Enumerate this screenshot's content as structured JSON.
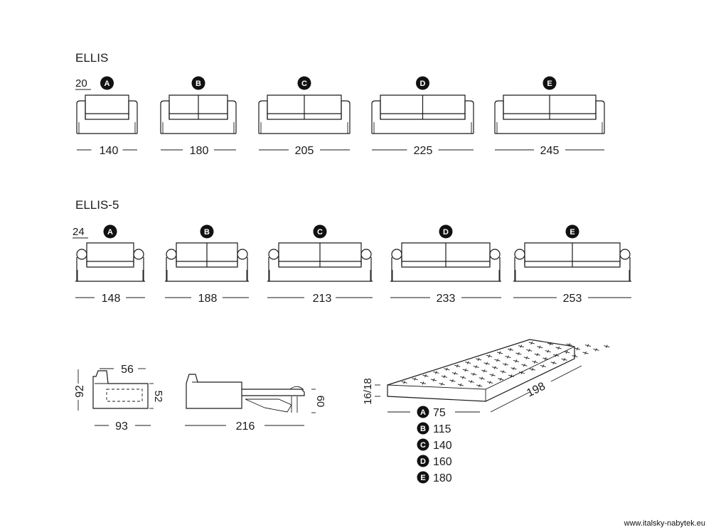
{
  "sections": [
    {
      "title": "ELLIS",
      "height": "20",
      "style": "ellis",
      "items": [
        {
          "letter": "A",
          "width": "140",
          "cushions": 1
        },
        {
          "letter": "B",
          "width": "180",
          "cushions": 2
        },
        {
          "letter": "C",
          "width": "205",
          "cushions": 2
        },
        {
          "letter": "D",
          "width": "225",
          "cushions": 2
        },
        {
          "letter": "E",
          "width": "245",
          "cushions": 2
        }
      ]
    },
    {
      "title": "ELLIS-5",
      "height": "24",
      "style": "ellis5",
      "items": [
        {
          "letter": "A",
          "width": "148",
          "cushions": 1
        },
        {
          "letter": "B",
          "width": "188",
          "cushions": 2
        },
        {
          "letter": "C",
          "width": "213",
          "cushions": 2
        },
        {
          "letter": "D",
          "width": "233",
          "cushions": 2
        },
        {
          "letter": "E",
          "width": "253",
          "cushions": 2
        }
      ]
    }
  ],
  "side_view": {
    "height": "92",
    "depth": "93",
    "seat_depth": "56",
    "seat_height": "52"
  },
  "bed_view": {
    "length": "216",
    "bed_height": "60"
  },
  "mattress": {
    "thickness": "16/18",
    "length": "198",
    "widths": [
      {
        "letter": "A",
        "value": "75"
      },
      {
        "letter": "B",
        "value": "115"
      },
      {
        "letter": "C",
        "value": "140"
      },
      {
        "letter": "D",
        "value": "160"
      },
      {
        "letter": "E",
        "value": "180"
      }
    ]
  },
  "footer_url": "www.italsky-nabytek.eu"
}
